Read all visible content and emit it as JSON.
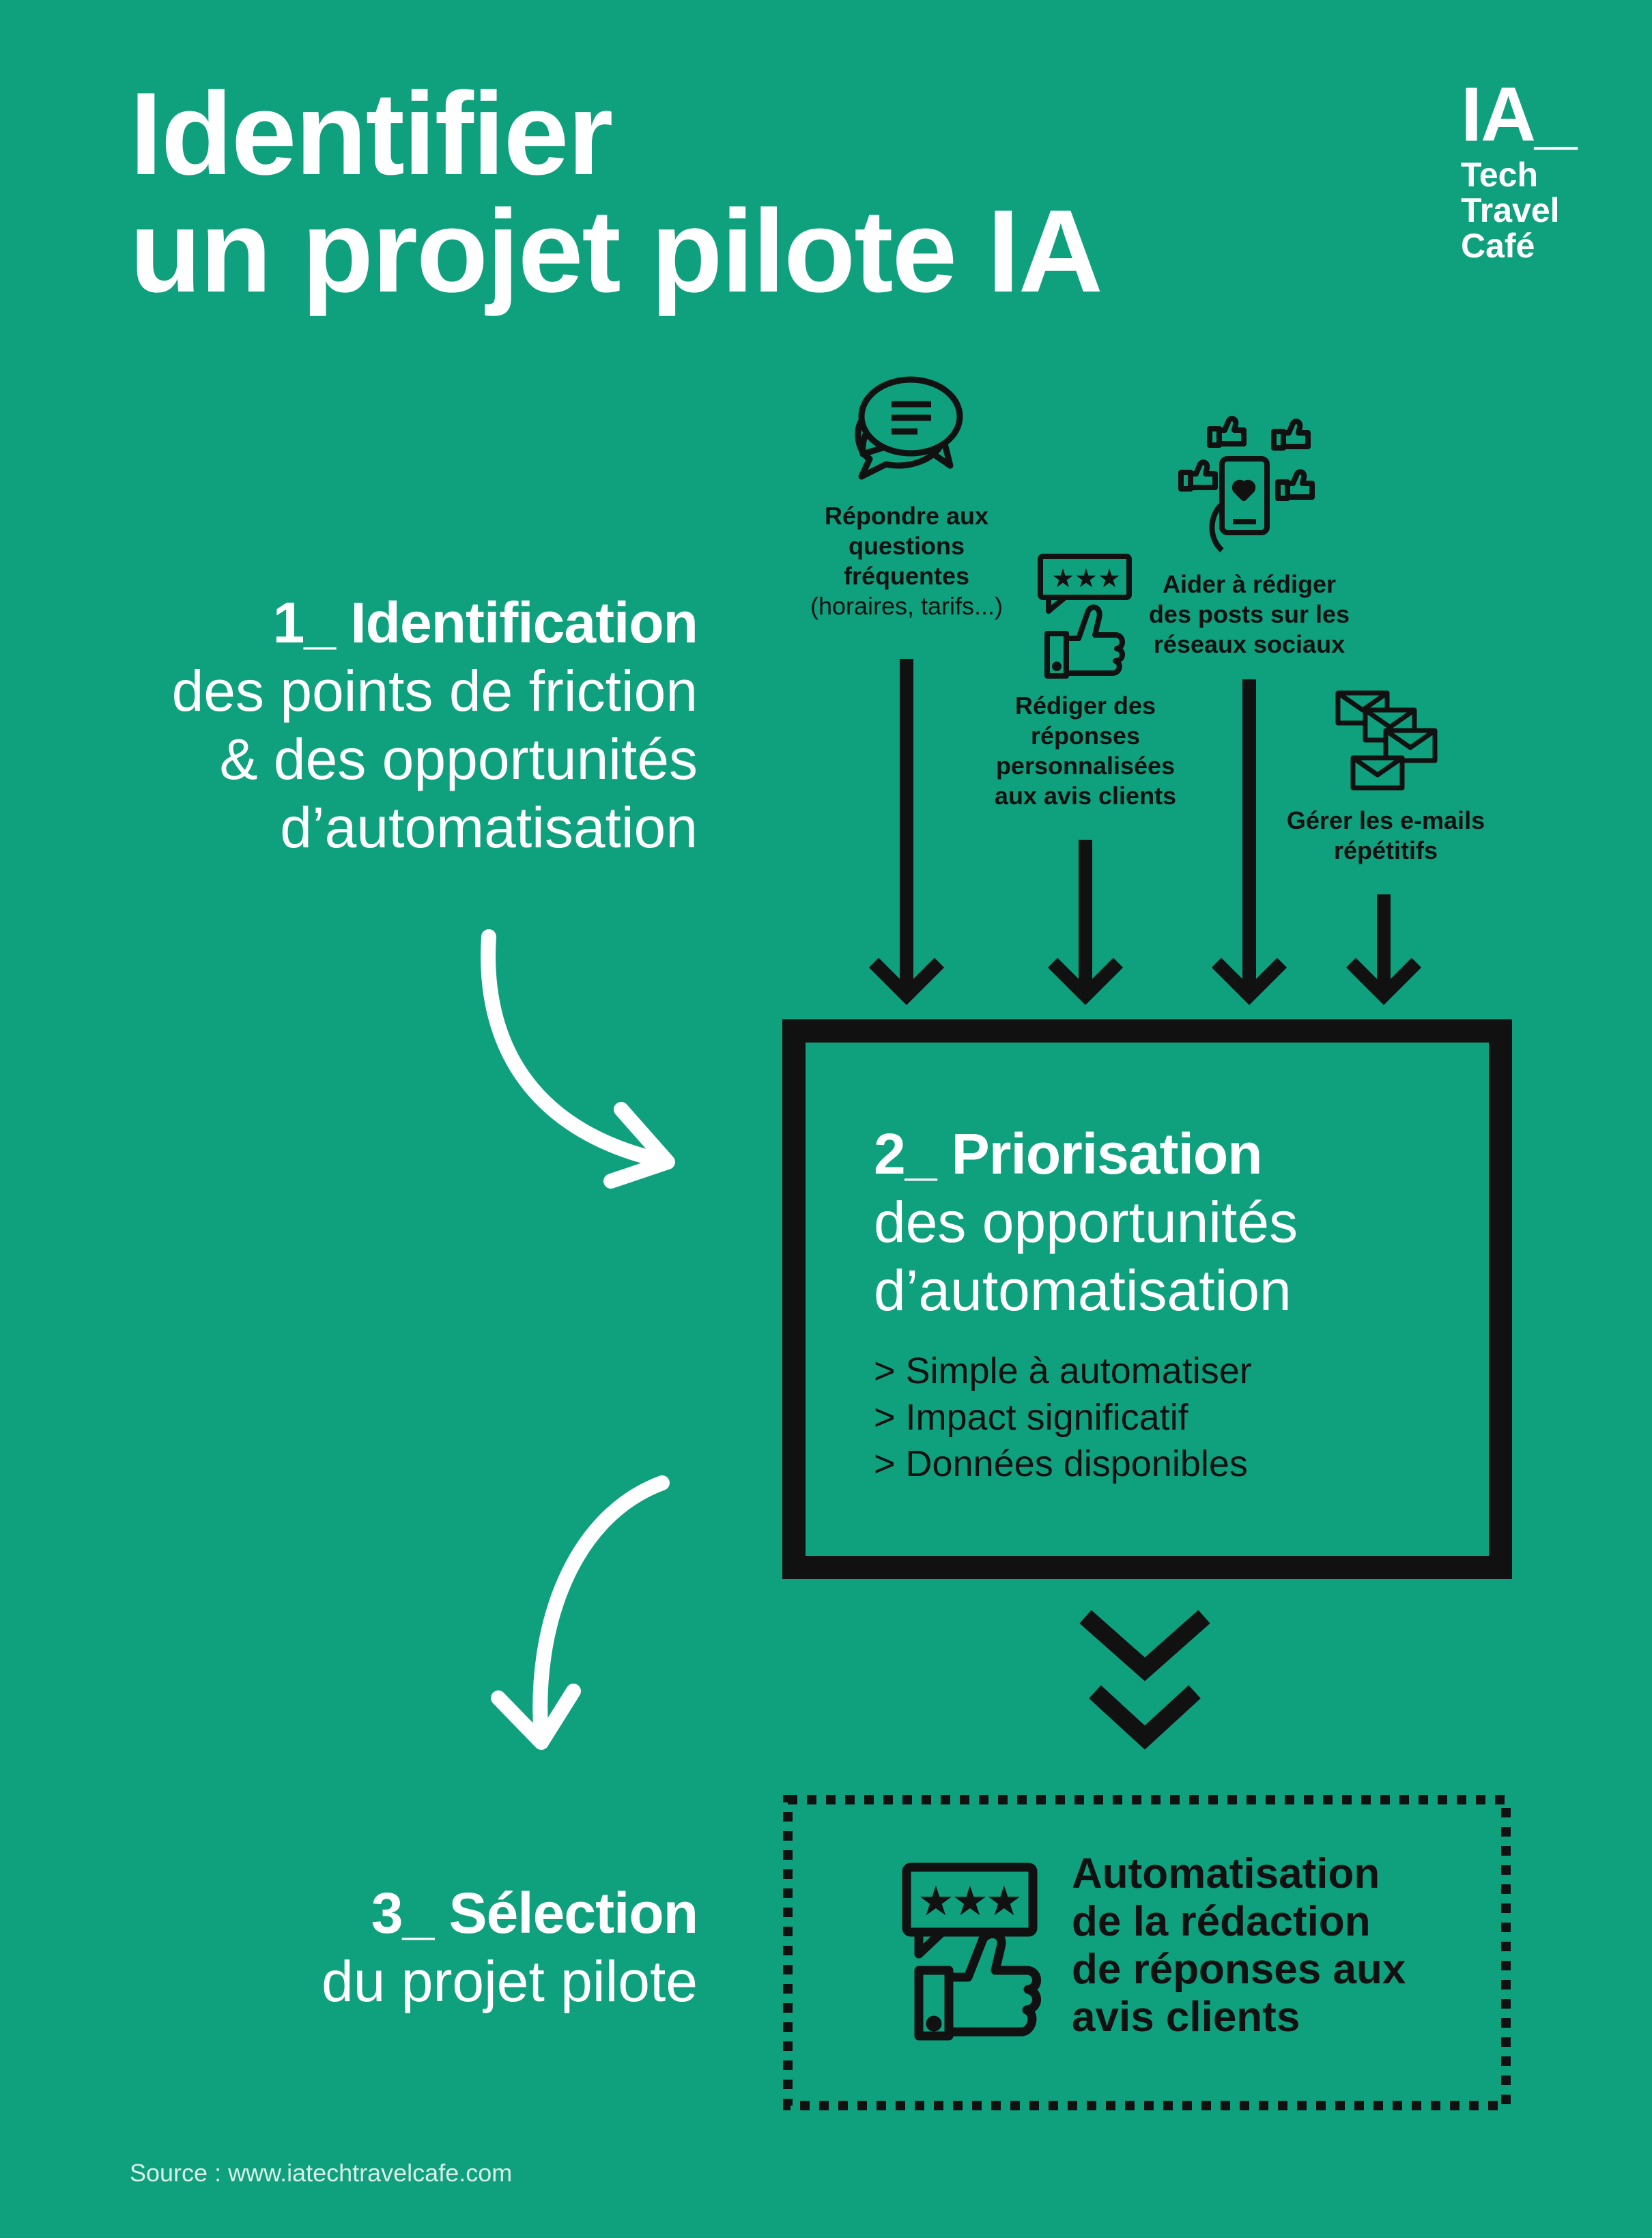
{
  "title": {
    "line1": "Identifier",
    "line2": "un projet pilote IA"
  },
  "logo": {
    "mark": "IA_",
    "line1": "Tech",
    "line2": "Travel",
    "line3": "Café"
  },
  "step1": {
    "heading": "1_ Identification",
    "line1": "des points de friction",
    "line2": "& des opportunités",
    "line3": "d’automatisation"
  },
  "topics": {
    "faq": {
      "line1": "Répondre aux",
      "line2": "questions",
      "line3": "fréquentes",
      "sub": "(horaires, tarifs...)",
      "icon": "chat-bubbles-icon"
    },
    "reviews": {
      "line1": "Rédiger des",
      "line2": "réponses",
      "line3": "personnalisées",
      "line4": "aux avis clients",
      "icon": "rating-thumbs-up-icon"
    },
    "social": {
      "line1": "Aider à rédiger",
      "line2": "des posts sur les",
      "line3": "réseaux sociaux",
      "icon": "phone-likes-icon"
    },
    "emails": {
      "line1": "Gérer les e-mails",
      "line2": "répétitifs",
      "icon": "envelopes-icon"
    }
  },
  "step2": {
    "heading": "2_ Priorisation",
    "line1": "des opportunités",
    "line2": "d’automatisation",
    "criteria": [
      "> Simple à automatiser",
      "> Impact significatif",
      "> Données disponibles"
    ]
  },
  "step3": {
    "heading": "3_ Sélection",
    "line1": "du projet pilote"
  },
  "result": {
    "line1": "Automatisation",
    "line2": "de la rédaction",
    "line3": "de réponses aux",
    "line4": "avis clients",
    "icon": "rating-thumbs-up-icon"
  },
  "source": "Source : www.iatechtravelcafe.com",
  "colors": {
    "background": "#0fa07d",
    "ink": "#111111",
    "light": "#ffffff"
  }
}
